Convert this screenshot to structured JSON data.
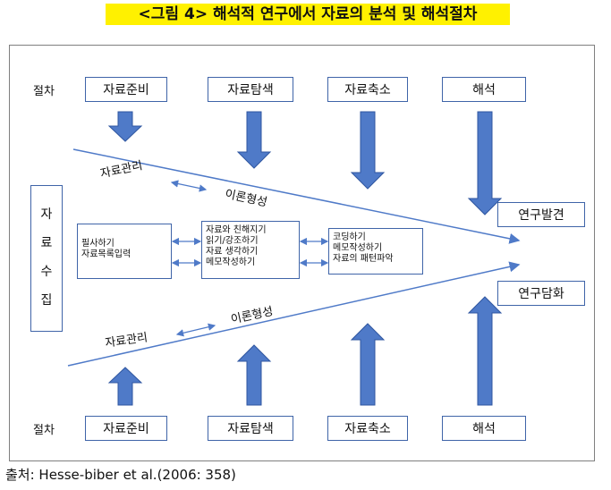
{
  "title": "<그림 4> 해석적 연구에서 자료의 분석 및 해석절차",
  "procedure_label": "절차",
  "top_steps": [
    "자료준비",
    "자료탐색",
    "자료축소",
    "해석"
  ],
  "bottom_steps": [
    "자료준비",
    "자료탐색",
    "자료축소",
    "해석"
  ],
  "data_collection_chars": [
    "자",
    "료",
    "수",
    "집"
  ],
  "upper_band": {
    "data_management": "자료관리",
    "theory_building": "이론형성"
  },
  "lower_band": {
    "data_management": "자료관리",
    "theory_building": "이론형성"
  },
  "activity_boxes": [
    {
      "lines": [
        "필사하기",
        "자료목록입력"
      ]
    },
    {
      "lines": [
        "자료와 친해지기",
        "읽기/강조하기",
        "자료 생각하기",
        "메모작성하기"
      ]
    },
    {
      "lines": [
        "코딩하기",
        "메모작성하기",
        "자료의 패턴파악"
      ]
    }
  ],
  "outcomes": {
    "discovery": "연구발견",
    "discourse": "연구담화"
  },
  "source": "출처: Hesse-biber et al.(2006: 358)",
  "colors": {
    "arrow_fill": "#4f7ac8",
    "arrow_stroke": "#2f56a0",
    "box_border": "#3f64a8",
    "title_highlight": "#fff100",
    "line": "#4f7ac8"
  }
}
